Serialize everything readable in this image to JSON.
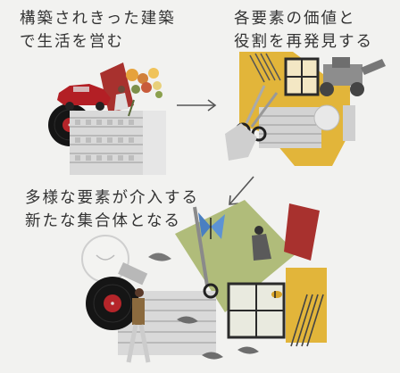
{
  "steps": [
    {
      "lines": [
        "構築されきった建築",
        "で生活を営む"
      ]
    },
    {
      "lines": [
        "各要素の価値と",
        "役割を再発見する"
      ]
    },
    {
      "lines": [
        "多様な要素が介入する",
        "新たな集合体となる"
      ]
    }
  ],
  "colors": {
    "background": "#f2f2f0",
    "text": "#333333",
    "accent_red": "#a8312e",
    "accent_yellow": "#e2b53a",
    "accent_green": "#a9b66d",
    "arrow": "#555555"
  }
}
